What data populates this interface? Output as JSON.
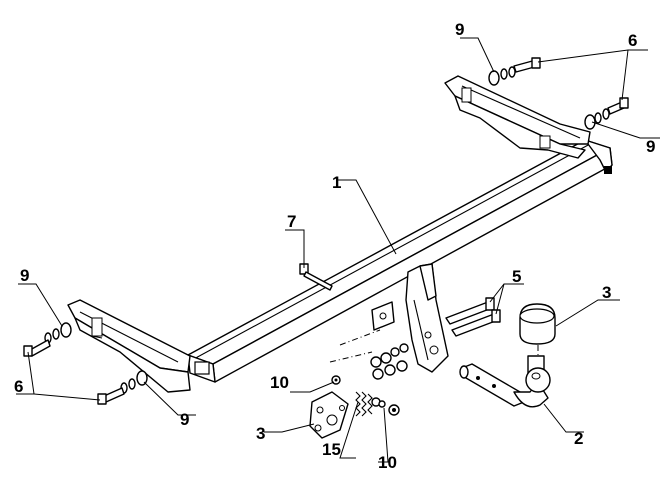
{
  "labels": {
    "main_bar": "1",
    "hitch_ball": "2",
    "ball_cap": "3",
    "socket_plate": "3",
    "bolts_right": "5",
    "bolts_top": "6",
    "bolts_left": "6",
    "bolt_center": "7",
    "washer_top_left": "9",
    "washer_top_right": "9",
    "washer_left_top": "9",
    "washer_left_bottom": "9",
    "nut_upper": "10",
    "nut_lower": "10",
    "spring": "15"
  }
}
